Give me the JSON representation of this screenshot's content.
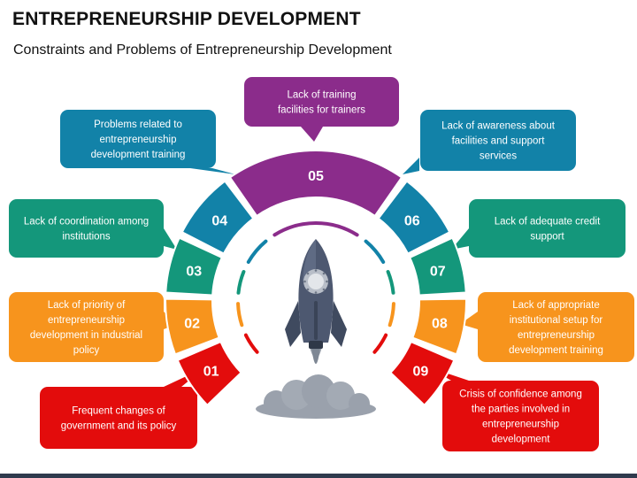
{
  "header": {
    "title": "ENTREPRENEURSHIP DEVELOPMENT",
    "subtitle": "Constraints and Problems of Entrepreneurship Development"
  },
  "colors": {
    "red": "#e30c0c",
    "orange": "#f7941d",
    "green": "#14977b",
    "blue": "#1282a8",
    "purple": "#8b2c8b",
    "rocket_body": "#3f4a5f",
    "smoke": "#9aa1ac"
  },
  "icons": [
    "rocket-icon",
    "smoke-cloud-icon"
  ],
  "segments": [
    {
      "number": "01",
      "color": "#e30c0c",
      "text": "Frequent changes of government and its policy"
    },
    {
      "number": "02",
      "color": "#f7941d",
      "text": "Lack of priority of entrepreneurship development in industrial policy"
    },
    {
      "number": "03",
      "color": "#14977b",
      "text": "Lack of coordination among institutions"
    },
    {
      "number": "04",
      "color": "#1282a8",
      "text": "Problems related to entrepreneurship development training"
    },
    {
      "number": "05",
      "color": "#8b2c8b",
      "text": "Lack of training facilities for trainers"
    },
    {
      "number": "06",
      "color": "#1282a8",
      "text": "Lack of awareness about facilities and support services"
    },
    {
      "number": "07",
      "color": "#14977b",
      "text": "Lack of adequate credit support"
    },
    {
      "number": "08",
      "color": "#f7941d",
      "text": "Lack of appropriate institutional setup for entrepreneurship development training"
    },
    {
      "number": "09",
      "color": "#e30c0c",
      "text": "Crisis of confidence among the parties involved in entrepreneurship development"
    }
  ]
}
